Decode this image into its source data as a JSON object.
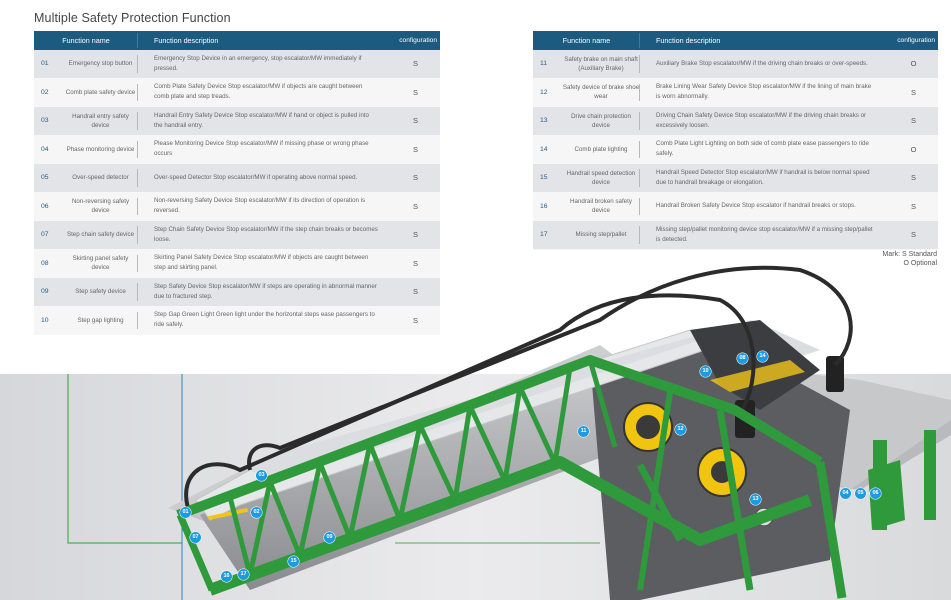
{
  "page_title": "Multiple Safety Protection Function",
  "table_headers": {
    "name": "Function name",
    "description": "Function description",
    "configuration": "configuration"
  },
  "left_rows": [
    {
      "num": "01",
      "name": "Emergency stop button",
      "desc": "Emergency Stop Device in an emergency, stop escalator/MW immediately if pressed.",
      "conf": "S"
    },
    {
      "num": "02",
      "name": "Comb plate safety device",
      "desc": "Comb Plate Safety Device Stop escalator/MW if objects are caught between comb plate and step treads.",
      "conf": "S"
    },
    {
      "num": "03",
      "name": "Handrail entry safety device",
      "desc": "Handrail Entry Safety Device Stop escalator/MW if hand or object is pulled into the handrail entry.",
      "conf": "S"
    },
    {
      "num": "04",
      "name": "Phase monitoring device",
      "desc": "Please Monitoring Device Stop escalator/MW if missing phase or wrong phase occurs",
      "conf": "S"
    },
    {
      "num": "05",
      "name": "Over-speed detector",
      "desc": "Over-speed Detector Stop escalator/MW if operating above normal speed.",
      "conf": "S"
    },
    {
      "num": "06",
      "name": "Non-reversing safety device",
      "desc": "Non-reversing Safety Device Stop escalator/MW if its direction of operation is reversed.",
      "conf": "S"
    },
    {
      "num": "07",
      "name": "Step chain safety device",
      "desc": "Step Chain Safety Device Stop escalator/MW if the step chain breaks or becomes loose.",
      "conf": "S"
    },
    {
      "num": "08",
      "name": "Skirting panel safety device",
      "desc": "Skirting Panel Safety Device Stop escalator/MW if objects are caught between step and skirting panel.",
      "conf": "S"
    },
    {
      "num": "09",
      "name": "Step safety device",
      "desc": "Step Safety Device Stop escalator/MW if steps are operating in abnormal manner due to fractured step.",
      "conf": "S"
    },
    {
      "num": "10",
      "name": "Step gap lighting",
      "desc": "Step Gap Green Light Green light under the horizontal steps ease passengers to ride safely.",
      "conf": "S"
    }
  ],
  "right_rows": [
    {
      "num": "11",
      "name": "Safety brake on main shaft (Auxiliary Brake)",
      "desc": "Auxiliary Brake Stop escalator/MW if the driving chain breaks or over-speeds.",
      "conf": "O"
    },
    {
      "num": "12",
      "name": "Safety device of brake shoe wear",
      "desc": "Brake Lining Wear Safety Device Stop escalator/MW if the lining of main brake is worn abnormally.",
      "conf": "S"
    },
    {
      "num": "13",
      "name": "Drive chain protection device",
      "desc": "Driving Chain Safety Device Stop escalator/MW if the driving chain breaks or excessively loosen.",
      "conf": "S"
    },
    {
      "num": "14",
      "name": "Comb plate lighting",
      "desc": "Comb Plate Light Lighting on both side of comb plate ease passengers to ride safely.",
      "conf": "O"
    },
    {
      "num": "15",
      "name": "Handrail speed detection device",
      "desc": "Handrail Speed Detector Stop escalator/MW if handrail is below normal speed due to handrail breakage or elongation.",
      "conf": "S"
    },
    {
      "num": "16",
      "name": "Handrail broken safety device",
      "desc": "Handrail Broken Safety Device Stop escalator if handrail breaks or stops.",
      "conf": "S"
    },
    {
      "num": "17",
      "name": "Missing step/pallet",
      "desc": "Missing step/pallet monitoring device stop escalator/MW if a missing step/pallet is detected.",
      "conf": "S"
    }
  ],
  "legend": {
    "line1": "Mark: S Standard",
    "line2": "O Optional"
  },
  "illustration": {
    "frame_color": "#2e9a3c",
    "marker_color": "#1e9be0",
    "header_color": "#1d5a80",
    "markers": [
      "01",
      "02",
      "03",
      "04",
      "05",
      "06",
      "07",
      "08",
      "09",
      "10",
      "11",
      "12",
      "13",
      "14",
      "15",
      "16",
      "17"
    ]
  }
}
